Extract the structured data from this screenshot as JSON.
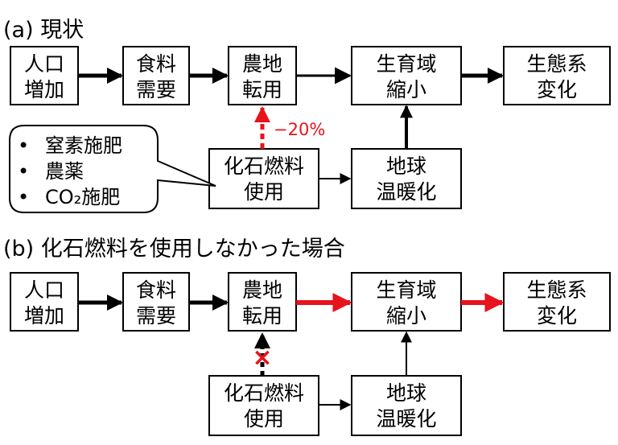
{
  "colors": {
    "red": "#e8131b",
    "black": "#000000"
  },
  "panel_a": {
    "title": "(a) 現状",
    "nodes": {
      "population": [
        "人口",
        "増加"
      ],
      "food": [
        "食料",
        "需要"
      ],
      "land": [
        "農地",
        "転用"
      ],
      "habitat": [
        "生育域",
        "縮小"
      ],
      "ecosystem": [
        "生態系",
        "変化"
      ],
      "fossil": [
        "化石燃料",
        "使用"
      ],
      "warming": [
        "地球",
        "温暖化"
      ]
    },
    "reduction_label": "−20%",
    "callout": {
      "items": [
        "窒素施肥",
        "農薬",
        "CO₂施肥"
      ],
      "bullet": "•"
    }
  },
  "panel_b": {
    "title": "(b) 化石燃料を使用しなかった場合",
    "nodes": {
      "population": [
        "人口",
        "増加"
      ],
      "food": [
        "食料",
        "需要"
      ],
      "land": [
        "農地",
        "転用"
      ],
      "habitat": [
        "生育域",
        "縮小"
      ],
      "ecosystem": [
        "生態系",
        "変化"
      ],
      "fossil": [
        "化石燃料",
        "使用"
      ],
      "warming": [
        "地球",
        "温暖化"
      ]
    },
    "blocked_mark": "×"
  }
}
